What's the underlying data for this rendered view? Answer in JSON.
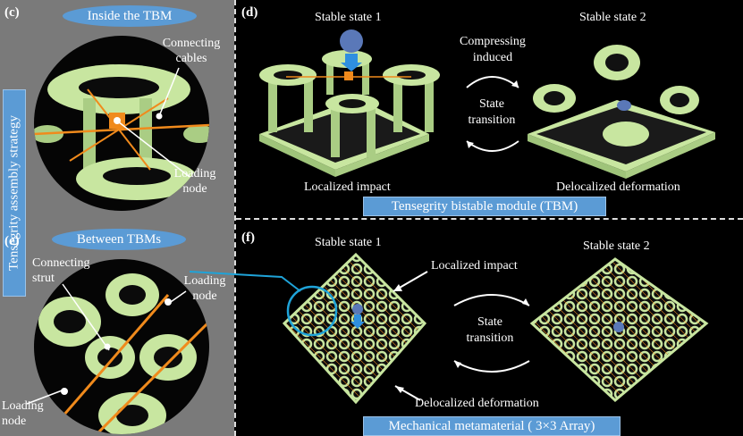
{
  "left": {
    "vertical_title": "Tensegrity assembly strategy",
    "c": {
      "label": "(c)",
      "pill": "Inside the TBM",
      "cables": "Connecting\ncables",
      "node": "Loading\nnode"
    },
    "e": {
      "label": "(e)",
      "pill": "Between TBMs",
      "strut": "Connecting\nstrut",
      "node_right": "Loading\nnode",
      "node_left": "Loading\nnode"
    }
  },
  "d": {
    "label": "(d)",
    "stable1": "Stable state 1",
    "stable2": "Stable state 2",
    "compress": "Compressing\ninduced",
    "transition": "State\ntransition",
    "impact": "Localized impact",
    "deform": "Delocalized deformation",
    "bar": "Tensegrity bistable module (TBM)"
  },
  "f": {
    "label": "(f)",
    "stable1": "Stable state 1",
    "stable2": "Stable state 2",
    "impact": "Localized impact",
    "transition": "State\ntransition",
    "deform": "Delocalized deformation",
    "bar": "Mechanical metamaterial ( 3×3 Array)"
  },
  "colors": {
    "accent": "#5b9bd5",
    "green": "#c8e6a0",
    "orange": "#f08a1c",
    "ball": "#5a78b8"
  }
}
